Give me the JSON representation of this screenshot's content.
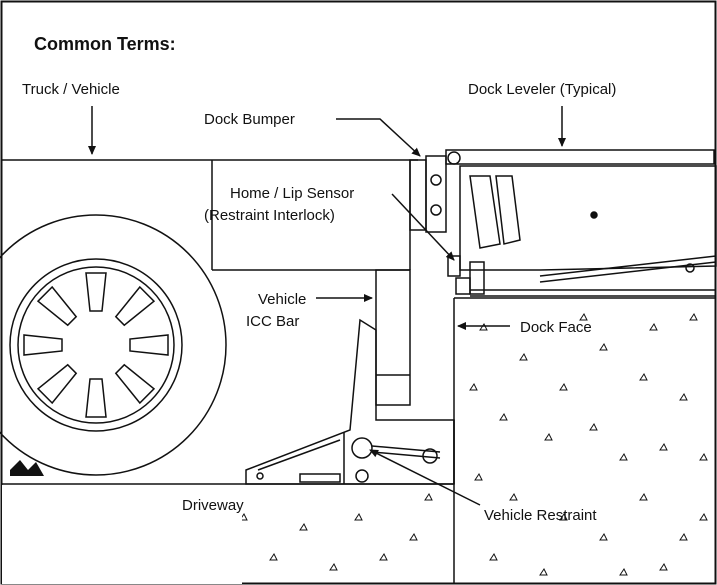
{
  "title": "Common Terms:",
  "labels": {
    "truck": "Truck / Vehicle",
    "leveler": "Dock Leveler (Typical)",
    "bumper": "Dock Bumper",
    "sensor_line1": "Home / Lip Sensor",
    "sensor_line2": "(Restraint Interlock)",
    "icc_line1": "Vehicle",
    "icc_line2": "ICC Bar",
    "dock_face": "Dock Face",
    "driveway": "Driveway",
    "restraint": "Vehicle Restraint"
  },
  "colors": {
    "ink": "#111111",
    "background": "#ffffff"
  }
}
